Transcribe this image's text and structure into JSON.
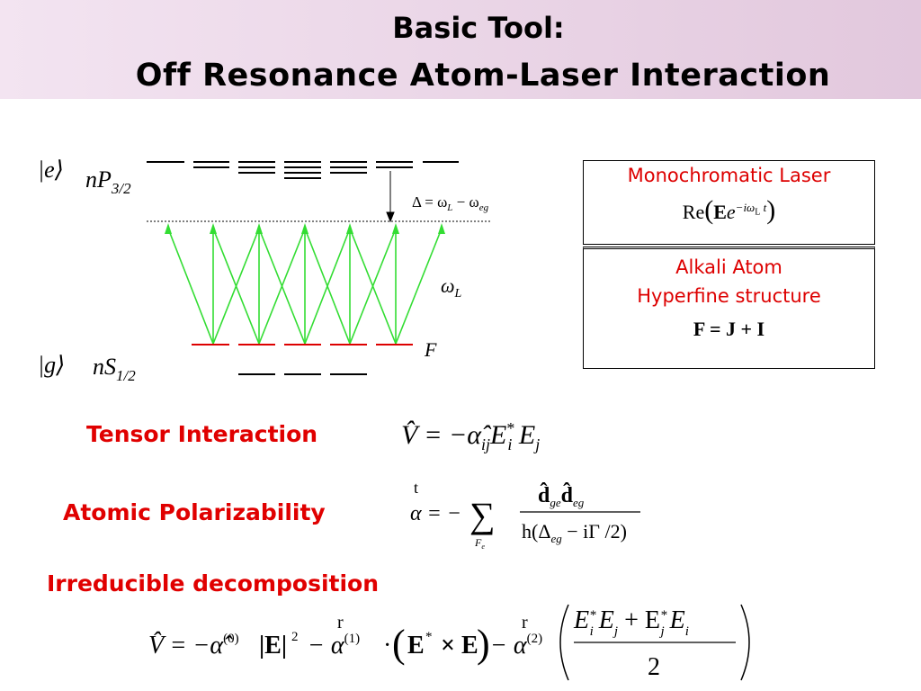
{
  "title": {
    "line1": "Basic Tool:",
    "line2": "Off Resonance Atom-Laser Interaction"
  },
  "levels": {
    "excited_ket": "|e⟩",
    "excited_term": "nP",
    "excited_sub": "3/2",
    "ground_ket": "|g⟩",
    "ground_term": "nS",
    "ground_sub": "1/2",
    "ground_F": "F",
    "omega_L": "ω",
    "omega_L_sub": "L",
    "detuning": "Δ = ω",
    "detuning_sub1": "L",
    "detuning_mid": " − ω",
    "detuning_sub2": "eg"
  },
  "colors": {
    "arrow_green": "#33dd33",
    "ground_red": "#dd0000",
    "label_red": "#e00000",
    "header_left": "#f3e4f1",
    "header_right": "#e2c8dd"
  },
  "boxes": {
    "laser_title": "Monochromatic Laser",
    "laser_eq_re": "Re",
    "laser_eq_E": "E",
    "laser_eq_e": "e",
    "laser_eq_exp": "−iω",
    "laser_eq_exp_sub": "L",
    "laser_eq_exp_t": "t",
    "atom_title1": "Alkali Atom",
    "atom_title2": "Hyperfine structure",
    "atom_eq": "F = J + I"
  },
  "labels": {
    "tensor": "Tensor Interaction",
    "polarizability": "Atomic Polarizability",
    "irreducible": "Irreducible decomposition"
  },
  "formulas": {
    "tensor_lhs": "V̂ = −α̂",
    "tensor_sub_ij": "ij",
    "tensor_E": "E",
    "tensor_sup_star": "*",
    "tensor_sub_i": "i",
    "tensor_E2": "E",
    "tensor_sub_j": "j",
    "pol_lhs": "α = −",
    "pol_lhs_accent": "t",
    "pol_sum": "∑",
    "pol_sum_sub": "F",
    "pol_sum_sub_e": "e",
    "pol_num": "d̂",
    "pol_num_sub1": "ge",
    "pol_num_sub2": "eg",
    "pol_den": "h(Δ",
    "pol_den_sub": "eg",
    "pol_den_rest": " − iΓ /2)",
    "irr_lhs": "V̂ = −α̂",
    "irr_sup0": "(0)",
    "irr_absE": "|E|",
    "irr_sq": "2",
    "irr_alpha1": "− α",
    "irr_sup1": "(1)",
    "irr_accent": "r",
    "irr_dot": "·",
    "irr_cross_E": "E",
    "irr_cross_star": "*",
    "irr_cross_x": "× E",
    "irr_alpha2": "− α",
    "irr_sup2": "(2)",
    "irr_num": "E",
    "irr_num_star": "*",
    "irr_num_i": "i",
    "irr_num_E": "E",
    "irr_num_j": "j",
    "irr_num_plus": " + E",
    "irr_num_star2": "*",
    "irr_num_j2": "j",
    "irr_num_E2": "E",
    "irr_num_i2": "i",
    "irr_den": "2"
  }
}
